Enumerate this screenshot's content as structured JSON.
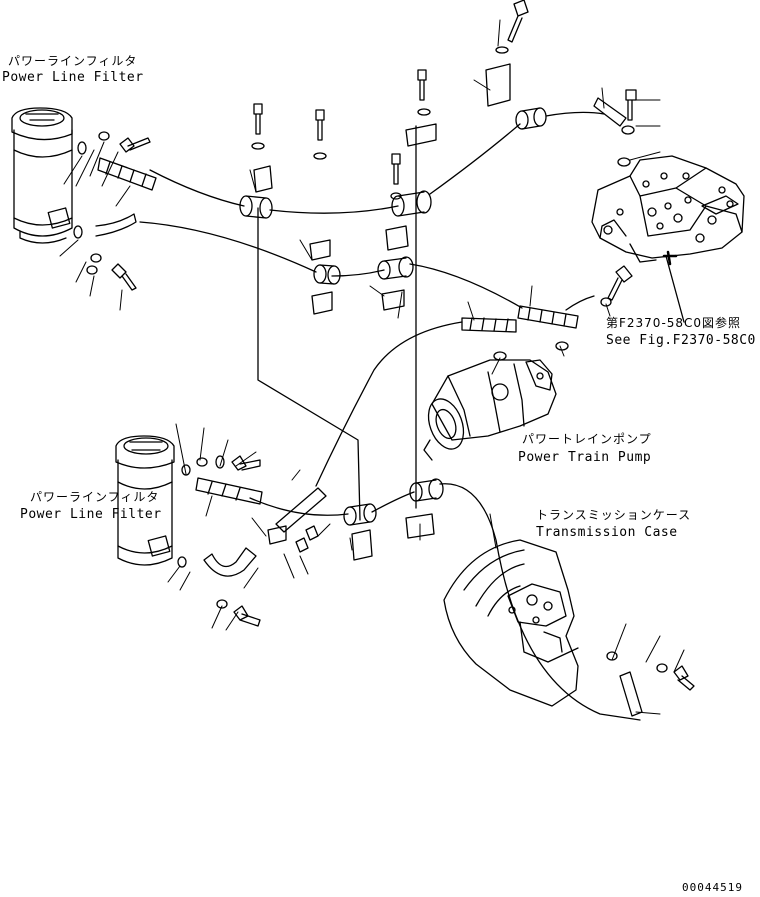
{
  "labels": {
    "filter_top_jp": "パワーラインフィルタ",
    "filter_top_en": "Power Line Filter",
    "filter_bottom_jp": "パワーラインフィルタ",
    "filter_bottom_en": "Power Line Filter",
    "pump_jp": "パワートレインポンプ",
    "pump_en": "Power Train Pump",
    "case_jp": "トランスミッションケース",
    "case_en": "Transmission Case",
    "ref_jp": "第F2370-58C0図参照",
    "ref_en": "See Fig.F2370-58C0",
    "drawing_number": "00044519"
  },
  "icons": [
    "power-line-filter-icon",
    "power-train-pump-icon",
    "transmission-case-icon",
    "control-valve-icon",
    "bolt-icon",
    "clamp-icon",
    "hose-icon",
    "o-ring-icon"
  ]
}
